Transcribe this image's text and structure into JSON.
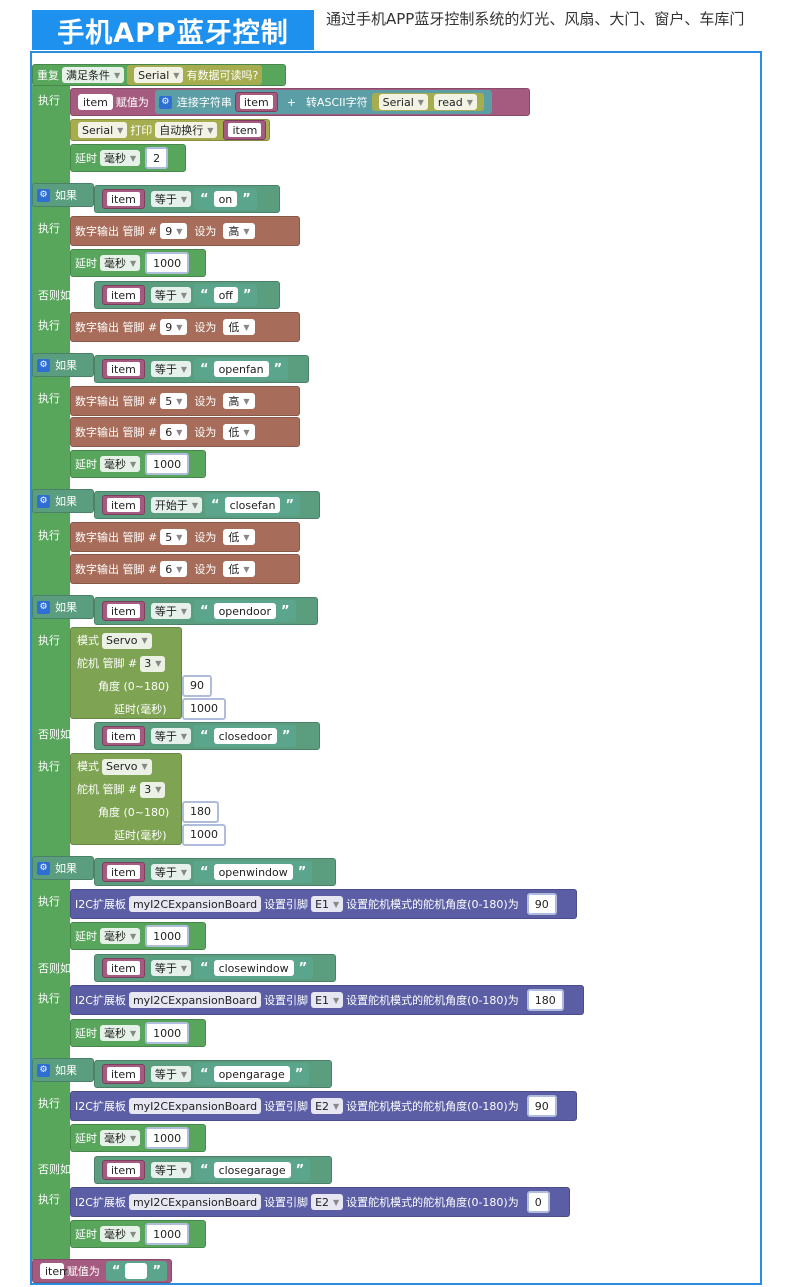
{
  "header": {
    "title": "手机APP蓝牙控制",
    "subtitle": "通过手机APP蓝牙控制系统的灯光、风扇、大门、窗户、车库门"
  },
  "labels": {
    "repeat": "重复",
    "repeat_mode": "满足条件",
    "serial": "Serial",
    "has_data": "有数据可读吗?",
    "do": "执行",
    "item": "item",
    "assign": "赋值为",
    "concat": "连接字符串",
    "plus": "+",
    "to_ascii": "转ASCII字符",
    "read": "read",
    "print": "打印",
    "newline": "自动换行",
    "delay": "延时",
    "ms": "毫秒",
    "if": "如果",
    "else_if": "否则如果",
    "equals": "等于",
    "starts_with": "开始于",
    "digital_out": "数字输出 管脚 #",
    "set_to": "设为",
    "high": "高",
    "low": "低",
    "mode": "模式",
    "servo": "Servo",
    "servo_pin": "舵机  管脚 #",
    "angle": "角度 (0~180)",
    "delay_ms": "延时(毫秒)",
    "i2c": "I2C扩展板",
    "i2c_board": "myI2CExpansionBoard",
    "set_pin": "设置引脚",
    "set_angle": "设置舵机模式的舵机角度(0-180)为",
    "e1": "E1",
    "e2": "E2",
    "empty_str": " "
  },
  "values": {
    "delay_first": "2",
    "delay_std": "1000",
    "pin9": "9",
    "pin5": "5",
    "pin6": "6",
    "pin3": "3",
    "angle90": "90",
    "angle180": "180",
    "angle0": "0"
  },
  "strings": {
    "on": "on",
    "off": "off",
    "openfan": "openfan",
    "closefan": "closefan",
    "opendoor": "opendoor",
    "closedoor": "closedoor",
    "openwindow": "openwindow",
    "closewindow": "closewindow",
    "opengarage": "opengarage",
    "closegarage": "closegarage"
  }
}
